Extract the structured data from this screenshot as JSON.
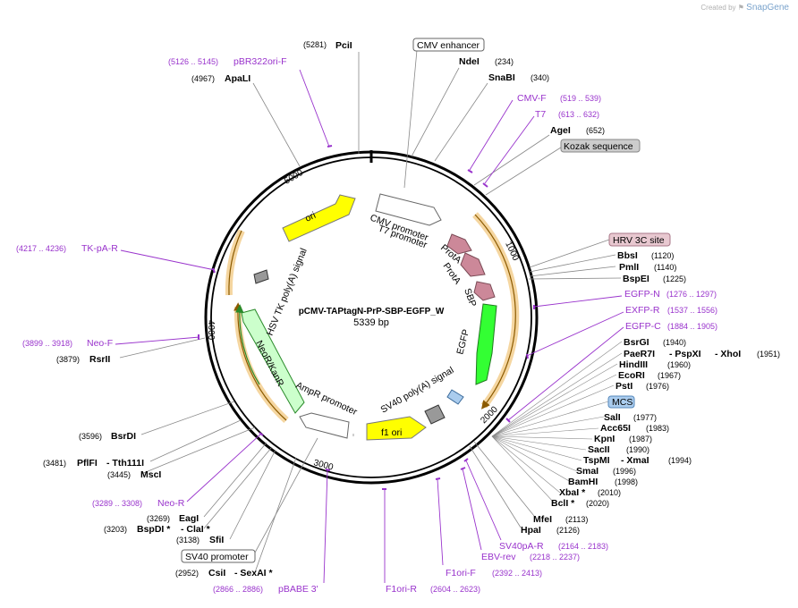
{
  "watermark": {
    "prefix": "Created by",
    "brand": "SnapGene"
  },
  "plasmid": {
    "name": "pCMV-TAPtagN-PrP-SBP-EGFP_W",
    "length": "5339 bp"
  },
  "ticks": [
    "1000",
    "2000",
    "3000",
    "4000",
    "5000"
  ],
  "features": {
    "cmv_promoter": "CMV promoter",
    "t7_promoter": "T7 promoter",
    "prota_1": "ProtA",
    "prota_2": "ProtA",
    "sbp": "SBP",
    "egfp": "EGFP",
    "sv40_polya": "SV40 poly(A) signal",
    "f1_ori": "f1 ori",
    "ampr_promoter": "AmpR promoter",
    "neor": "NeoR/KanR",
    "hsv_tk": "HSV TK poly(A) signal",
    "ori": "ori"
  },
  "boxed": {
    "cmv_enhancer": "CMV enhancer",
    "kozak": "Kozak sequence",
    "hrv": "HRV 3C site",
    "mcs": "MCS",
    "sv40_promoter": "SV40 promoter"
  },
  "sites": {
    "pcii": {
      "pos": "(5281)",
      "name": "PciI"
    },
    "ndei": {
      "name": "NdeI",
      "pos": "(234)"
    },
    "snabi": {
      "name": "SnaBI",
      "pos": "(340)"
    },
    "agei": {
      "name": "AgeI",
      "pos": "(652)"
    },
    "apali": {
      "pos": "(4967)",
      "name": "ApaLI"
    },
    "bbsi": {
      "name": "BbsI",
      "pos": "(1120)"
    },
    "pmli": {
      "name": "PmlI",
      "pos": "(1140)"
    },
    "bspei": {
      "name": "BspEI",
      "pos": "(1225)"
    },
    "bsrgi": {
      "name": "BsrGI",
      "pos": "(1940)"
    },
    "paer7i": {
      "name": "PaeR7I",
      "name2": "- PspXI",
      "name3": "- XhoI",
      "pos": "(1951)"
    },
    "hindiii": {
      "name": "HindIII",
      "pos": "(1960)"
    },
    "ecori": {
      "name": "EcoRI",
      "pos": "(1967)"
    },
    "psti": {
      "name": "PstI",
      "pos": "(1976)"
    },
    "sali": {
      "name": "SalI",
      "pos": "(1977)"
    },
    "acc65i": {
      "name": "Acc65I",
      "pos": "(1983)"
    },
    "kpni": {
      "name": "KpnI",
      "pos": "(1987)"
    },
    "sacii": {
      "name": "SacII",
      "pos": "(1990)"
    },
    "tspmi": {
      "name": "TspMI",
      "name2": "- XmaI",
      "pos": "(1994)"
    },
    "smai": {
      "name": "SmaI",
      "pos": "(1996)"
    },
    "bamhi": {
      "name": "BamHI",
      "pos": "(1998)"
    },
    "xbai": {
      "name": "XbaI *",
      "pos": "(2010)"
    },
    "bcli": {
      "name": "BclI *",
      "pos": "(2020)"
    },
    "mfei": {
      "name": "MfeI",
      "pos": "(2113)"
    },
    "hpai": {
      "name": "HpaI",
      "pos": "(2126)"
    },
    "rsrii": {
      "pos": "(3879)",
      "name": "RsrII"
    },
    "bsrdi": {
      "pos": "(3596)",
      "name": "BsrDI"
    },
    "pflfi": {
      "pos": "(3481)",
      "name": "PflFI",
      "name2": "- Tth111I"
    },
    "msci": {
      "pos": "(3445)",
      "name": "MscI"
    },
    "eagi": {
      "pos": "(3269)",
      "name": "EagI"
    },
    "bspdi": {
      "pos": "(3203)",
      "name": "BspDI *",
      "name2": "- ClaI *"
    },
    "sfii": {
      "pos": "(3138)",
      "name": "SfiI"
    },
    "csii": {
      "pos": "(2952)",
      "name": "CsiI",
      "name2": "- SexAI *"
    }
  },
  "primers": {
    "pbr322": {
      "pos": "(5126 .. 5145)",
      "name": "pBR322ori-F"
    },
    "cmvf": {
      "name": "CMV-F",
      "pos": "(519 .. 539)"
    },
    "t7": {
      "name": "T7",
      "pos": "(613 .. 632)"
    },
    "egfpn": {
      "name": "EGFP-N",
      "pos": "(1276 .. 1297)"
    },
    "exfpr": {
      "name": "EXFP-R",
      "pos": "(1537 .. 1556)"
    },
    "egfpc": {
      "name": "EGFP-C",
      "pos": "(1884 .. 1905)"
    },
    "tkpar": {
      "pos": "(4217 .. 4236)",
      "name": "TK-pA-R"
    },
    "neof": {
      "pos": "(3899 .. 3918)",
      "name": "Neo-F"
    },
    "neor": {
      "pos": "(3289 .. 3308)",
      "name": "Neo-R"
    },
    "pbabe": {
      "pos": "(2866 .. 2886)",
      "name": "pBABE 3'"
    },
    "f1orir": {
      "name": "F1ori-R",
      "pos": "(2604 .. 2623)"
    },
    "f1orif": {
      "name": "F1ori-F",
      "pos": "(2392 .. 2413)"
    },
    "ebvrev": {
      "name": "EBV-rev",
      "pos": "(2218 .. 2237)"
    },
    "sv40par": {
      "name": "SV40pA-R",
      "pos": "(2164 .. 2183)"
    }
  },
  "colors": {
    "ori": "#ffff00",
    "f1ori": "#ffff00",
    "egfp": "#33ff33",
    "prota": "#cc8899",
    "neor": "#ccffcc",
    "orf_orange": "#f0b060",
    "primer": "#9933cc",
    "hrv_box": "#e8c8d0",
    "mcs_box": "#aaccee",
    "kozak_box": "#cccccc"
  }
}
